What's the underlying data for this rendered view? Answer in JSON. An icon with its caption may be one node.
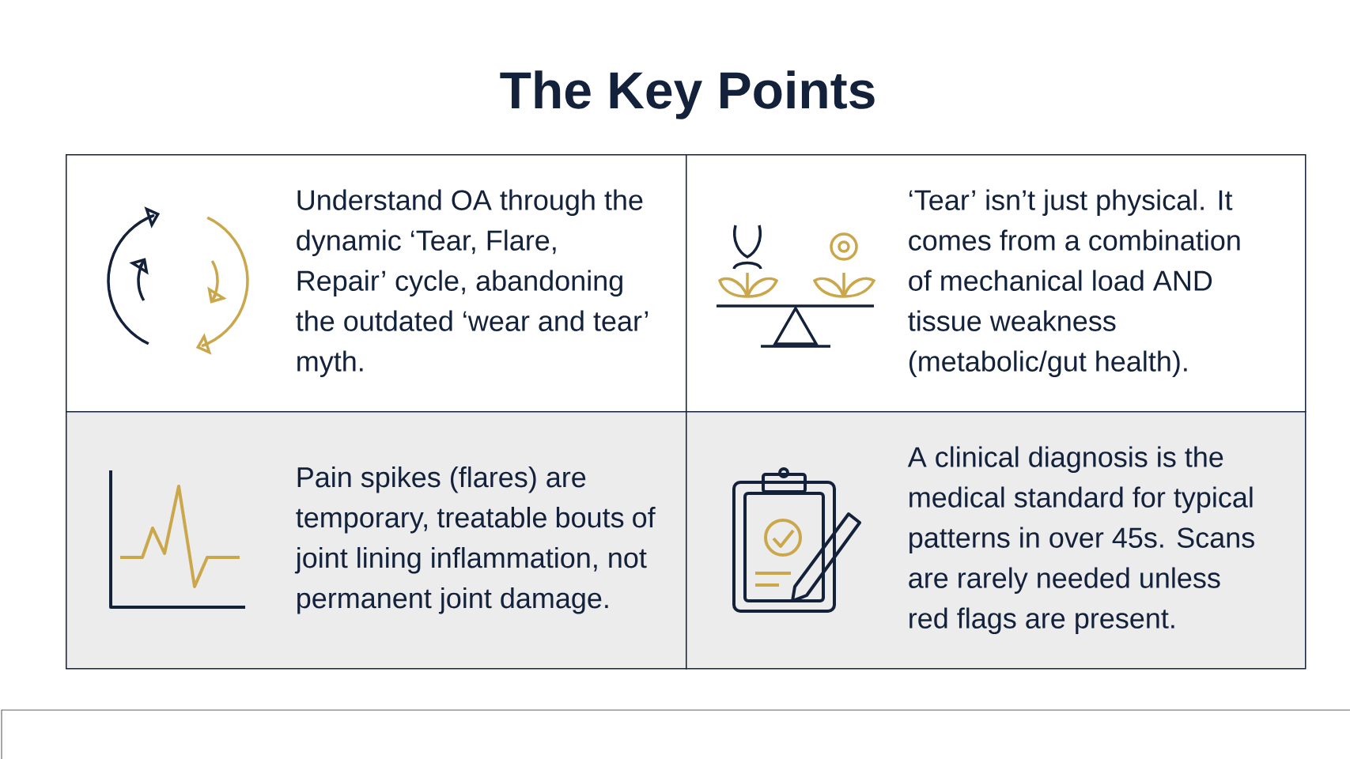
{
  "diagram": {
    "title": "The Key Points",
    "nodes": [
      {
        "text": [
          "Understand OA through the dynamic ‘Tear, Flare, Repair’ cycle, abandoning the outdated ‘wear and tear’ myth."
        ]
      },
      {
        "text": [
          "‘Tear’ isn’t just physical. It comes from a combination of mechanical load AND tissue weakness (metabolic/gut health)."
        ]
      },
      {
        "text": [
          "Pain spikes (flares) are temporary, treatable bouts of joint lining inflammation, not permanent joint damage."
        ]
      },
      {
        "text": [
          "A clinical diagnosis is the medical standard for typical patterns in over 45s. Scans are rarely needed unless red flags are present."
        ]
      }
    ]
  }
}
